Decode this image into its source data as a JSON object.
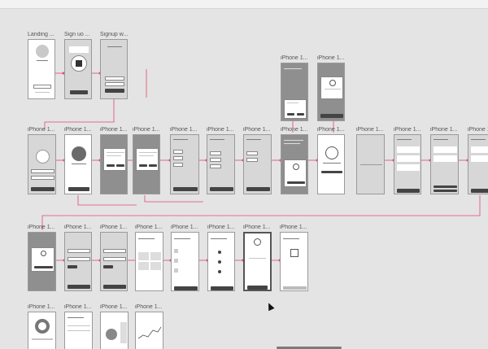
{
  "canvas": {
    "frame_labels": {
      "landing": "Landing ...",
      "signup_1": "Sign uo ...",
      "signup_2": "Signup w...",
      "iphone": "iPhone 1..."
    }
  }
}
